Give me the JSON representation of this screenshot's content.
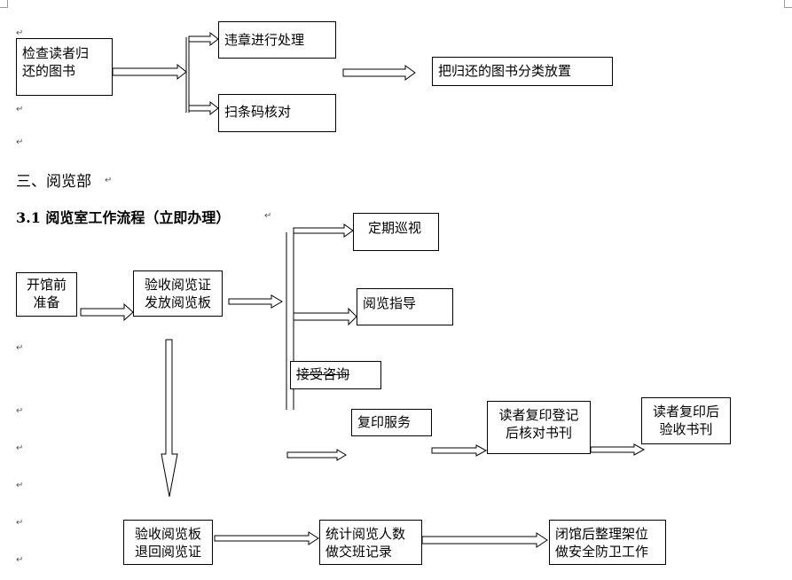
{
  "para_mark": "↵",
  "section1": {
    "boxes": {
      "check_return": "检查读者归\n还的图书",
      "violation": "违章进行处理",
      "scan": "扫条码核对",
      "shelve": "把归还的图书分类放置"
    }
  },
  "section_title": "三、阅览部",
  "subsection_title": "3.1 阅览室工作流程（立即办理）",
  "section2": {
    "boxes": {
      "before_open": "开馆前\n准备",
      "check_card": "验收阅览证\n发放阅览板",
      "patrol": "定期巡视",
      "guide": "阅览指导",
      "consult": "接受咨询",
      "copy": "复印服务",
      "copy_register": "读者复印登记\n后核对书刊",
      "copy_check": "读者复印后\n验收书刊",
      "return_board": "验收阅览板\n退回阅览证",
      "stats": "统计阅览人数\n做交班记录",
      "close": "闭馆后整理架位\n做安全防卫工作"
    }
  }
}
